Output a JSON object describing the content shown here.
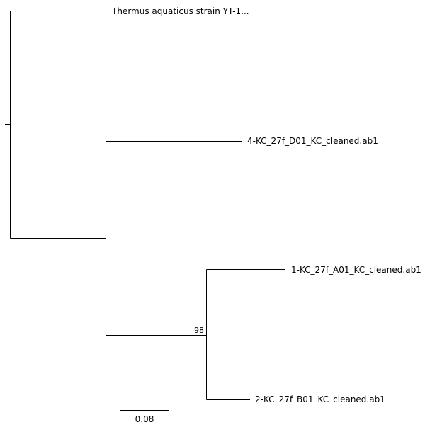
{
  "tree": {
    "taxa": [
      {
        "id": "taxon-thermus",
        "label": "Thermus aquaticus strain YT-1..."
      },
      {
        "id": "taxon-d01",
        "label": "4-KC_27f_D01_KC_cleaned.ab1"
      },
      {
        "id": "taxon-a01",
        "label": "1-KC_27f_A01_KC_cleaned.ab1"
      },
      {
        "id": "taxon-b01",
        "label": "2-KC_27f_B01_KC_cleaned.ab1"
      }
    ],
    "support_values": [
      "98"
    ],
    "scale_bar": {
      "value": 0.08,
      "label": "0.08"
    },
    "line_color": "#000000",
    "text_color": "#000000"
  }
}
